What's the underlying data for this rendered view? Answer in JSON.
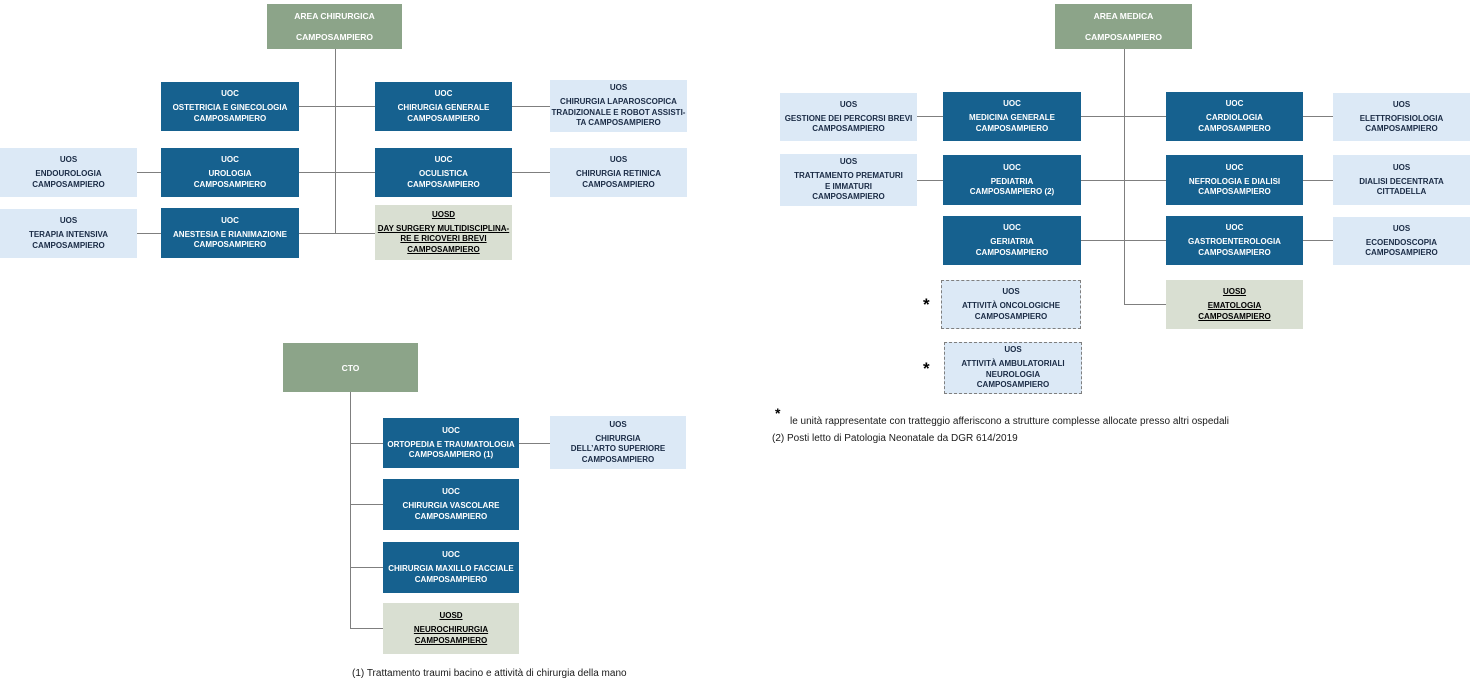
{
  "colors": {
    "uoc_fill": "#16618f",
    "uos_fill": "#dce9f6",
    "uosd_fill": "#d9dfd2",
    "area_fill": "#8ca489",
    "connector": "#7f7f7f",
    "uoc_text": "#ffffff",
    "light_text": "#1a2b45"
  },
  "area_chirurgica": {
    "line1": "AREA CHIRURGICA",
    "line2": "CAMPOSAMPIERO"
  },
  "area_medica": {
    "line1": "AREA MEDICA",
    "line2": "CAMPOSAMPIERO"
  },
  "cto": {
    "label": "CTO"
  },
  "units": {
    "ostetricia": {
      "type": "UOC",
      "lines": [
        "OSTETRICIA E GINECOLOGIA",
        "CAMPOSAMPIERO"
      ]
    },
    "chirurgia_generale": {
      "type": "UOC",
      "lines": [
        "CHIRURGIA GENERALE",
        "CAMPOSAMPIERO"
      ]
    },
    "laparoscopica": {
      "type": "UOS",
      "lines": [
        "CHIRURGIA LAPAROSCOPICA",
        "TRADIZIONALE E ROBOT ASSISTI-",
        "TA CAMPOSAMPIERO"
      ]
    },
    "endourologia": {
      "type": "UOS",
      "lines": [
        "ENDOUROLOGIA",
        "CAMPOSAMPIERO"
      ]
    },
    "urologia": {
      "type": "UOC",
      "lines": [
        "UROLOGIA",
        "CAMPOSAMPIERO"
      ]
    },
    "oculistica": {
      "type": "UOC",
      "lines": [
        "OCULISTICA",
        "CAMPOSAMPIERO"
      ]
    },
    "retinica": {
      "type": "UOS",
      "lines": [
        "CHIRURGIA RETINICA",
        "CAMPOSAMPIERO"
      ]
    },
    "terapia_intensiva": {
      "type": "UOS",
      "lines": [
        "TERAPIA INTENSIVA",
        "CAMPOSAMPIERO"
      ]
    },
    "anestesia": {
      "type": "UOC",
      "lines": [
        "ANESTESIA E RIANIMAZIONE",
        "CAMPOSAMPIERO"
      ]
    },
    "day_surgery": {
      "type": "UOSD",
      "lines": [
        "DAY SURGERY  MULTIDISCIPLINA-",
        "RE E RICOVERI BREVI",
        "CAMPOSAMPIERO"
      ]
    },
    "ortopedia": {
      "type": "UOC",
      "lines": [
        "ORTOPEDIA E TRAUMATOLOGIA",
        "CAMPOSAMPIERO (1)"
      ]
    },
    "arto_superiore": {
      "type": "UOS",
      "lines": [
        "CHIRURGIA",
        "DELL’ARTO SUPERIORE",
        "CAMPOSAMPIERO"
      ]
    },
    "vascolare": {
      "type": "UOC",
      "lines": [
        "CHIRURGIA VASCOLARE",
        "CAMPOSAMPIERO"
      ]
    },
    "maxillo": {
      "type": "UOC",
      "lines": [
        "CHIRURGIA MAXILLO FACCIALE",
        "CAMPOSAMPIERO"
      ]
    },
    "neurochirurgia": {
      "type": "UOSD",
      "lines": [
        "NEUROCHIRURGIA",
        "CAMPOSAMPIERO"
      ]
    },
    "gestione_percorsi": {
      "type": "UOS",
      "lines": [
        "GESTIONE DEI PERCORSI BREVI",
        "CAMPOSAMPIERO"
      ]
    },
    "medicina_generale": {
      "type": "UOC",
      "lines": [
        "MEDICINA GENERALE",
        "CAMPOSAMPIERO"
      ]
    },
    "cardiologia": {
      "type": "UOC",
      "lines": [
        "CARDIOLOGIA",
        "CAMPOSAMPIERO"
      ]
    },
    "elettrofisiologia": {
      "type": "UOS",
      "lines": [
        "ELETTROFISIOLOGIA",
        "CAMPOSAMPIERO"
      ]
    },
    "prematuri": {
      "type": "UOS",
      "lines": [
        "TRATTAMENTO PREMATURI",
        "E IMMATURI",
        "CAMPOSAMPIERO"
      ]
    },
    "pediatria": {
      "type": "UOC",
      "lines": [
        "PEDIATRIA",
        "CAMPOSAMPIERO (2)"
      ]
    },
    "nefrologia": {
      "type": "UOC",
      "lines": [
        "NEFROLOGIA E DIALISI",
        "CAMPOSAMPIERO"
      ]
    },
    "dialisi": {
      "type": "UOS",
      "lines": [
        "DIALISI DECENTRATA",
        "CITTADELLA"
      ]
    },
    "geriatria": {
      "type": "UOC",
      "lines": [
        "GERIATRIA",
        "CAMPOSAMPIERO"
      ]
    },
    "gastroenterologia": {
      "type": "UOC",
      "lines": [
        "GASTROENTEROLOGIA",
        "CAMPOSAMPIERO"
      ]
    },
    "ecoendoscopia": {
      "type": "UOS",
      "lines": [
        "ECOENDOSCOPIA",
        "CAMPOSAMPIERO"
      ]
    },
    "oncologiche": {
      "type": "UOS",
      "lines": [
        "ATTIVITÀ ONCOLOGICHE",
        "CAMPOSAMPIERO"
      ]
    },
    "ematologia": {
      "type": "UOSD",
      "lines": [
        "EMATOLOGIA",
        "CAMPOSAMPIERO"
      ]
    },
    "neurologia_amb": {
      "type": "UOS",
      "lines": [
        "ATTIVITÀ  AMBULATORIALI",
        "NEUROLOGIA",
        "CAMPOSAMPIERO"
      ]
    }
  },
  "footnotes": {
    "asterisk": "*",
    "asterisk_note": "le unità rappresentate con tratteggio afferiscono a strutture complesse allocate presso altri ospedali",
    "note2": "(2) Posti letto di Patologia Neonatale da DGR 614/2019",
    "note1": "(1) Trattamento traumi bacino e attività di chirurgia della mano"
  }
}
